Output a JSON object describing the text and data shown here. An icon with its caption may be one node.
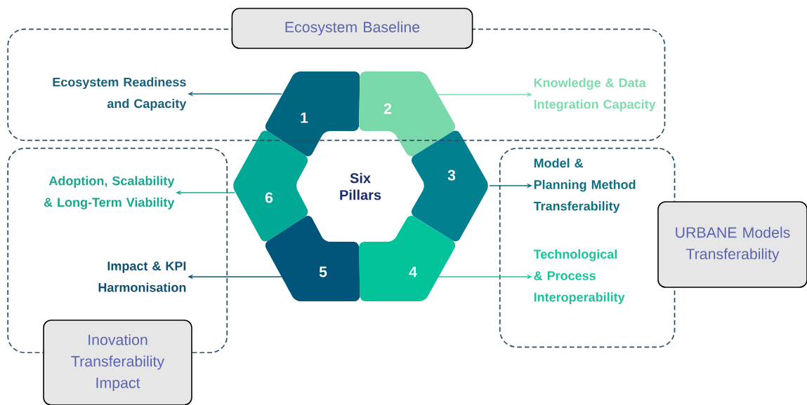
{
  "diagram": {
    "nodes": [
      {
        "text": [
          "Ecosystem Baseline"
        ]
      },
      {
        "text": [
          "Ecosystem Readiness and Capacity"
        ],
        "in": 0
      },
      {
        "text": [
          "Knowledge & Data Integration Capacity"
        ],
        "in": 0
      },
      {
        "text": [
          "Inovation Transferability Impact"
        ]
      },
      {
        "text": [
          "Adoption, Scalability & Long-Term Viability"
        ],
        "in": 3
      },
      {
        "text": [
          "Impact & KPI Harmonisation"
        ],
        "in": 3
      },
      {
        "text": [
          "URBANE Models Transferability"
        ]
      },
      {
        "text": [
          "Model & Planning Method Transferability"
        ],
        "in": 6
      },
      {
        "text": [
          "Technological & Process Interoperability"
        ],
        "in": 6
      },
      {
        "text": [
          "Six Pillars"
        ]
      },
      {
        "text": [
          "1"
        ]
      },
      {
        "text": [
          "2"
        ]
      },
      {
        "text": [
          "3"
        ]
      },
      {
        "text": [
          "4"
        ]
      },
      {
        "text": [
          "5"
        ]
      },
      {
        "text": [
          "6"
        ]
      }
    ],
    "edges": [
      {
        "from": 10,
        "to": 1,
        "arrow": "to",
        "color": "#1b6b85"
      },
      {
        "from": 11,
        "to": 2,
        "arrow": "to",
        "color": "#7ddcae"
      },
      {
        "from": 12,
        "to": 7,
        "arrow": "to",
        "color": "#0e6f80"
      },
      {
        "from": 13,
        "to": 8,
        "arrow": "to",
        "color": "#1fc79a"
      },
      {
        "from": 14,
        "to": 5,
        "arrow": "to",
        "color": "#0f5577"
      },
      {
        "from": 15,
        "to": 4,
        "arrow": "to",
        "color": "#14a88e"
      }
    ]
  }
}
